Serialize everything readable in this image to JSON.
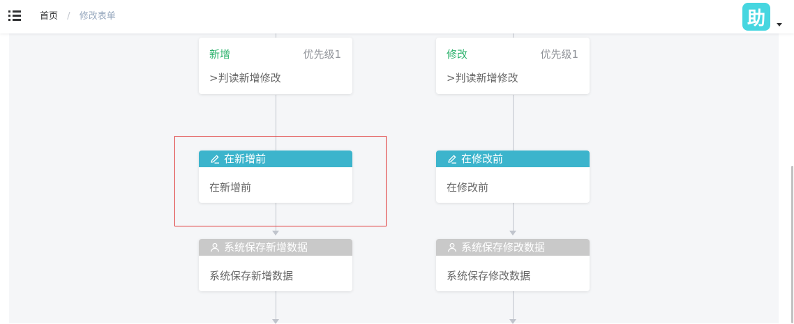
{
  "header": {
    "breadcrumb": {
      "home": "首页",
      "separator": "/",
      "current": "修改表单"
    },
    "avatar_text": "助"
  },
  "flows": [
    {
      "start": {
        "type": "新增",
        "priority": "优先级1",
        "condition": ">判读新增修改"
      },
      "before_node": {
        "title": "在新增前",
        "body": "在新增前",
        "icon": "edit-icon"
      },
      "save_node": {
        "title": "系统保存新增数据",
        "body": "系统保存新增数据",
        "icon": "user-icon"
      }
    },
    {
      "start": {
        "type": "修改",
        "priority": "优先级1",
        "condition": ">判读新增修改"
      },
      "before_node": {
        "title": "在修改前",
        "body": "在修改前",
        "icon": "edit-icon"
      },
      "save_node": {
        "title": "系统保存修改数据",
        "body": "系统保存修改数据",
        "icon": "user-icon"
      }
    }
  ],
  "colors": {
    "type_label": "#2eb36e",
    "node_header_active": "#3cb4cc",
    "node_header_system": "#c9c9c9",
    "selection": "#e03a3a",
    "avatar": "#46d6e0"
  }
}
